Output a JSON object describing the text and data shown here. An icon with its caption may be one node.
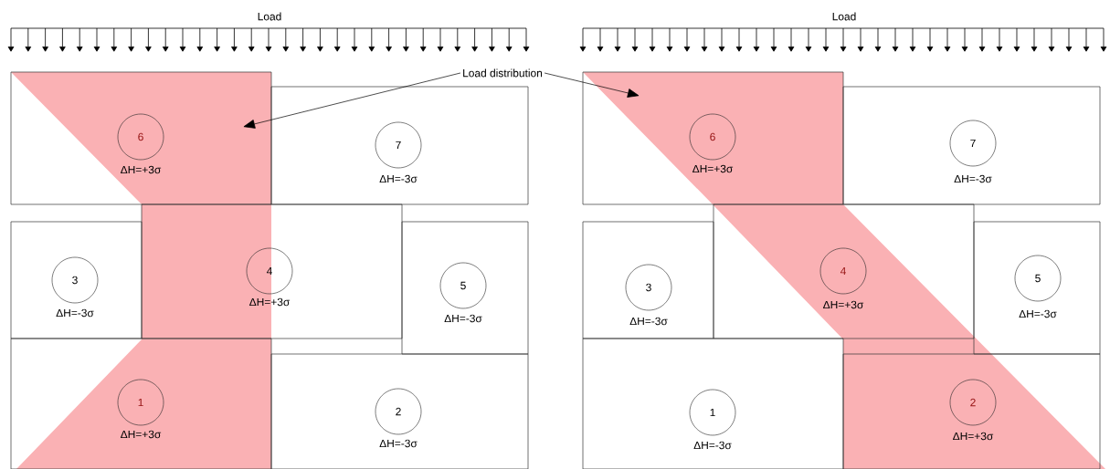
{
  "diagram": {
    "nodes": [
      {
        "text": [
          "ΔH=+3σ"
        ]
      },
      {
        "text": [
          "6"
        ],
        "in": 0
      },
      {
        "text": [
          "ΔH=-3σ"
        ]
      },
      {
        "text": [
          "7"
        ],
        "in": 2
      },
      {
        "text": [
          "ΔH=-3σ"
        ]
      },
      {
        "text": [
          "3"
        ],
        "in": 4
      },
      {
        "text": [
          "ΔH=+3σ"
        ]
      },
      {
        "text": [
          "4"
        ],
        "in": 6
      },
      {
        "text": [
          "ΔH=-3σ"
        ]
      },
      {
        "text": [
          "5"
        ],
        "in": 8
      },
      {
        "text": [
          "ΔH=+3σ"
        ]
      },
      {
        "text": [
          "1"
        ],
        "in": 10
      },
      {
        "text": [
          "ΔH=-3σ"
        ]
      },
      {
        "text": [
          "2"
        ],
        "in": 12
      },
      {
        "text": [
          "ΔH=+3σ"
        ]
      },
      {
        "text": [
          "6"
        ],
        "in": 14
      },
      {
        "text": [
          "ΔH=-3σ"
        ]
      },
      {
        "text": [
          "7"
        ],
        "in": 16
      },
      {
        "text": [
          "ΔH=-3σ"
        ]
      },
      {
        "text": [
          "3"
        ],
        "in": 18
      },
      {
        "text": [
          "ΔH=+3σ"
        ]
      },
      {
        "text": [
          "4"
        ],
        "in": 20
      },
      {
        "text": [
          "ΔH=-3σ"
        ]
      },
      {
        "text": [
          "5"
        ],
        "in": 22
      },
      {
        "text": [
          "ΔH=-3σ"
        ]
      },
      {
        "text": [
          "1"
        ],
        "in": 24
      },
      {
        "text": [
          "ΔH=+3σ"
        ]
      },
      {
        "text": [
          "2"
        ],
        "in": 26
      },
      {
        "text": [
          "Load distribution"
        ]
      }
    ],
    "edges": [
      {
        "from": 28,
        "to": null,
        "arrow": "to"
      },
      {
        "from": 28,
        "to": null,
        "arrow": "to"
      }
    ],
    "labels": [
      "Load",
      "Load"
    ]
  }
}
